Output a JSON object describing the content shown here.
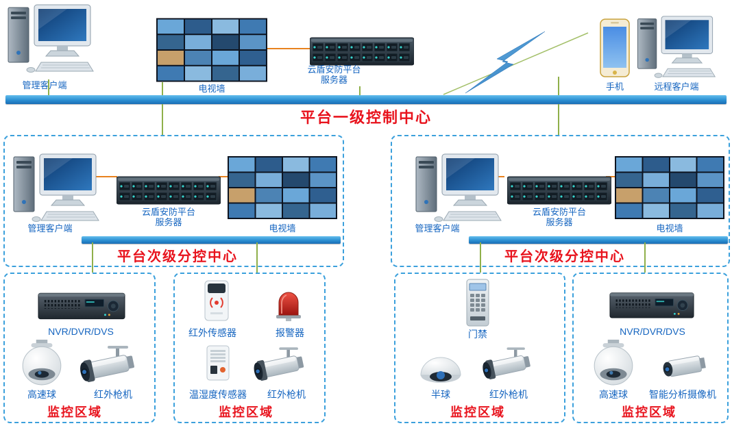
{
  "colors": {
    "bus_bar_blue_top": "#63bdec",
    "bus_bar_blue_bottom": "#1a6cb4",
    "center_title_red": "#e8131d",
    "device_label_blue": "#1565c0",
    "connector_green": "#8fb04a",
    "connector_orange": "#e8821e",
    "box_border_blue": "#3ba0dc"
  },
  "level1": {
    "bar_label": "平台一级控制中心",
    "management_client_label": "管理客户端",
    "tv_wall_label": "电视墙",
    "server_label_line1": "云盾安防平台",
    "server_label_line2": "服务器",
    "phone_label": "手机",
    "remote_client_label": "远程客户端"
  },
  "sub_centers": [
    {
      "bar_label": "平台次级分控中心",
      "management_client_label": "管理客户端",
      "server_label_line1": "云盾安防平台",
      "server_label_line2": "服务器",
      "tv_wall_label": "电视墙"
    },
    {
      "bar_label": "平台次级分控中心",
      "management_client_label": "管理客户端",
      "server_label_line1": "云盾安防平台",
      "server_label_line2": "服务器",
      "tv_wall_label": "电视墙"
    }
  ],
  "zones": [
    {
      "label": "监控区域",
      "devices": {
        "recorder": "NVR/DVR/DVS",
        "dome": "高速球",
        "bullet": "红外枪机"
      }
    },
    {
      "label": "监控区域",
      "devices": {
        "ir_sensor": "红外传感器",
        "alarm": "报警器",
        "th_sensor": "温湿度传感器",
        "bullet": "红外枪机"
      }
    },
    {
      "label": "监控区域",
      "devices": {
        "access": "门禁",
        "half_dome": "半球",
        "bullet": "红外枪机"
      }
    },
    {
      "label": "监控区域",
      "devices": {
        "recorder": "NVR/DVR/DVS",
        "dome": "高速球",
        "smart_camera": "智能分析摄像机"
      }
    }
  ],
  "icons": {
    "computer": "desktop-computer-icon",
    "tv_wall": "video-wall-icon",
    "server": "rack-server-icon",
    "phone": "smartphone-icon",
    "lightning": "wireless-link-lightning-icon",
    "nvr": "nvr-recorder-icon",
    "dome": "speed-dome-camera-icon",
    "bullet": "bullet-camera-icon",
    "ir_sensor": "infrared-sensor-icon",
    "alarm": "alarm-siren-icon",
    "th_sensor": "temp-humidity-sensor-icon",
    "access": "access-control-keypad-icon",
    "half_dome": "half-dome-camera-icon",
    "box_cam": "box-camera-icon"
  }
}
